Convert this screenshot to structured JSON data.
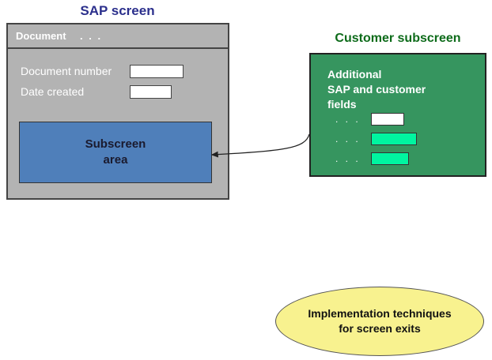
{
  "sap_screen": {
    "title": "SAP screen",
    "header_label": "Document",
    "header_ellipsis": ". . .",
    "fields": [
      {
        "label": "Document number"
      },
      {
        "label": "Date created"
      }
    ],
    "subscreen_area": {
      "line1": "Subscreen",
      "line2": "area"
    }
  },
  "customer_subscreen": {
    "title": "Customer subscreen",
    "description_lines": [
      "Additional",
      "SAP and customer",
      "fields"
    ],
    "rows": [
      {
        "ellipsis": ". . .",
        "field_color": "#ffffff"
      },
      {
        "ellipsis": ". . .",
        "field_color": "#00f5a0"
      },
      {
        "ellipsis": ". . .",
        "field_color": "#00f5a0"
      }
    ]
  },
  "callout": {
    "line1": "Implementation techniques",
    "line2": "for screen exits"
  },
  "colors": {
    "sap_title": "#2b2f8c",
    "customer_title": "#0d6b1a",
    "sap_screen_bg": "#b3b3b3",
    "subscreen_area_bg": "#4f7fba",
    "customer_screen_bg": "#36955f",
    "callout_bg": "#f8f28f"
  }
}
